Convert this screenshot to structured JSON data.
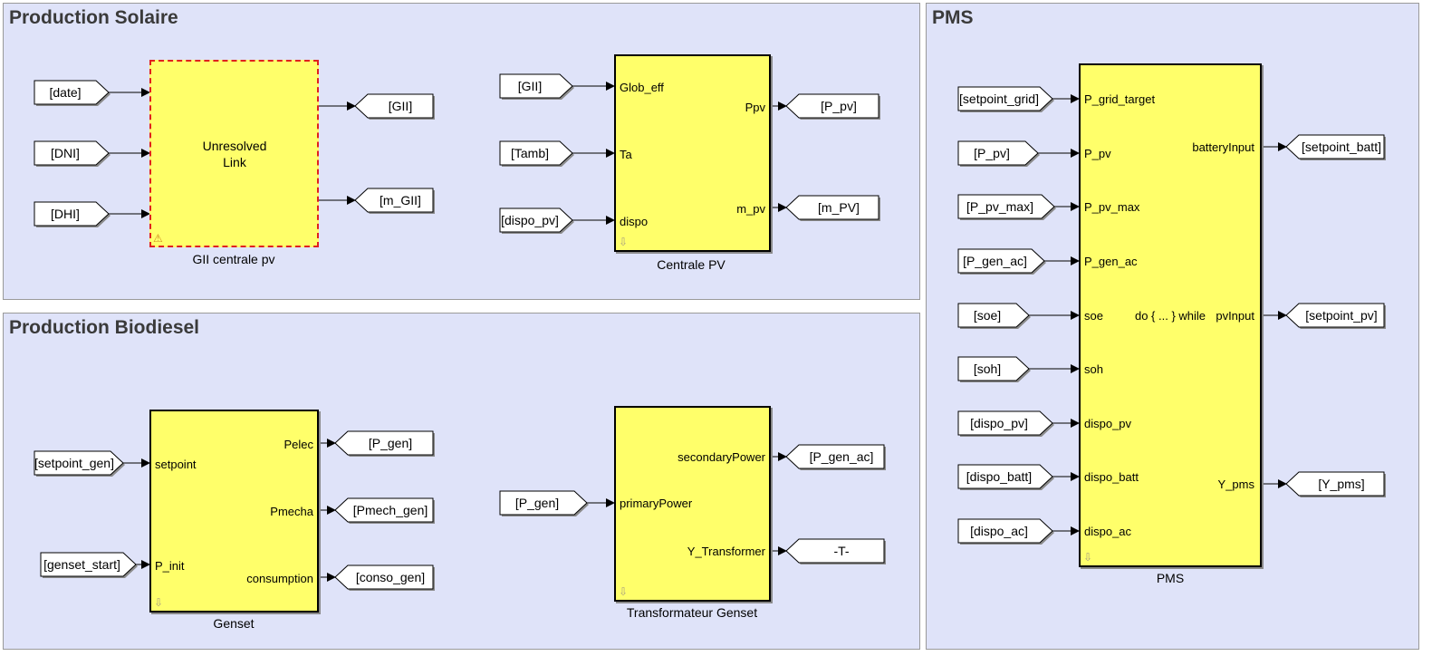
{
  "areas": {
    "solar": {
      "title": "Production Solaire"
    },
    "biodiesel": {
      "title": "Production Biodiesel"
    },
    "pms": {
      "title": "PMS"
    }
  },
  "blocks": {
    "gii": {
      "name": "GII centrale pv",
      "center_text": "Unresolved\nLink"
    },
    "centrale_pv": {
      "name": "Centrale PV",
      "inputs": [
        "Glob_eff",
        "Ta",
        "dispo"
      ],
      "outputs": [
        "Ppv",
        "m_pv"
      ]
    },
    "genset": {
      "name": "Genset",
      "inputs": [
        "setpoint",
        "P_init"
      ],
      "outputs": [
        "Pelec",
        "Pmecha",
        "consumption"
      ]
    },
    "transformateur": {
      "name": "Transformateur Genset",
      "inputs": [
        "primaryPower"
      ],
      "outputs": [
        "secondaryPower",
        "Y_Transformer"
      ]
    },
    "pms": {
      "name": "PMS",
      "center_text": "do { ... } while",
      "inputs": [
        "P_grid_target",
        "P_pv",
        "P_pv_max",
        "P_gen_ac",
        "soe",
        "soh",
        "dispo_pv",
        "dispo_batt",
        "dispo_ac"
      ],
      "outputs": [
        "batteryInput",
        "pvInput",
        "Y_pms"
      ]
    }
  },
  "tags": {
    "from_date": "[date]",
    "from_dni": "[DNI]",
    "from_dhi": "[DHI]",
    "goto_gii": "[GII]",
    "goto_m_gii": "[m_GII]",
    "from_gii": "[GII]",
    "from_tamb": "[Tamb]",
    "from_dispo_pv": "[dispo_pv]",
    "goto_p_pv": "[P_pv]",
    "goto_m_pv": "[m_PV]",
    "from_setpoint_gen": "[setpoint_gen]",
    "from_genset_start": "[genset_start]",
    "goto_p_gen": "[P_gen]",
    "goto_pmech_gen": "[Pmech_gen]",
    "goto_conso_gen": "[conso_gen]",
    "from_p_gen": "[P_gen]",
    "goto_p_gen_ac": "[P_gen_ac]",
    "terminator": "-T-",
    "pms_in": [
      "[setpoint_grid]",
      "[P_pv]",
      "[P_pv_max]",
      "[P_gen_ac]",
      "[soe]",
      "[soh]",
      "[dispo_pv]",
      "[dispo_batt]",
      "[dispo_ac]"
    ],
    "pms_out": [
      "[setpoint_batt]",
      "[setpoint_pv]",
      "[Y_pms]"
    ]
  },
  "colors": {
    "area_bg": "#dfe3f9",
    "block_bg": "#ffff6a",
    "unresolved_border": "#e02020"
  }
}
